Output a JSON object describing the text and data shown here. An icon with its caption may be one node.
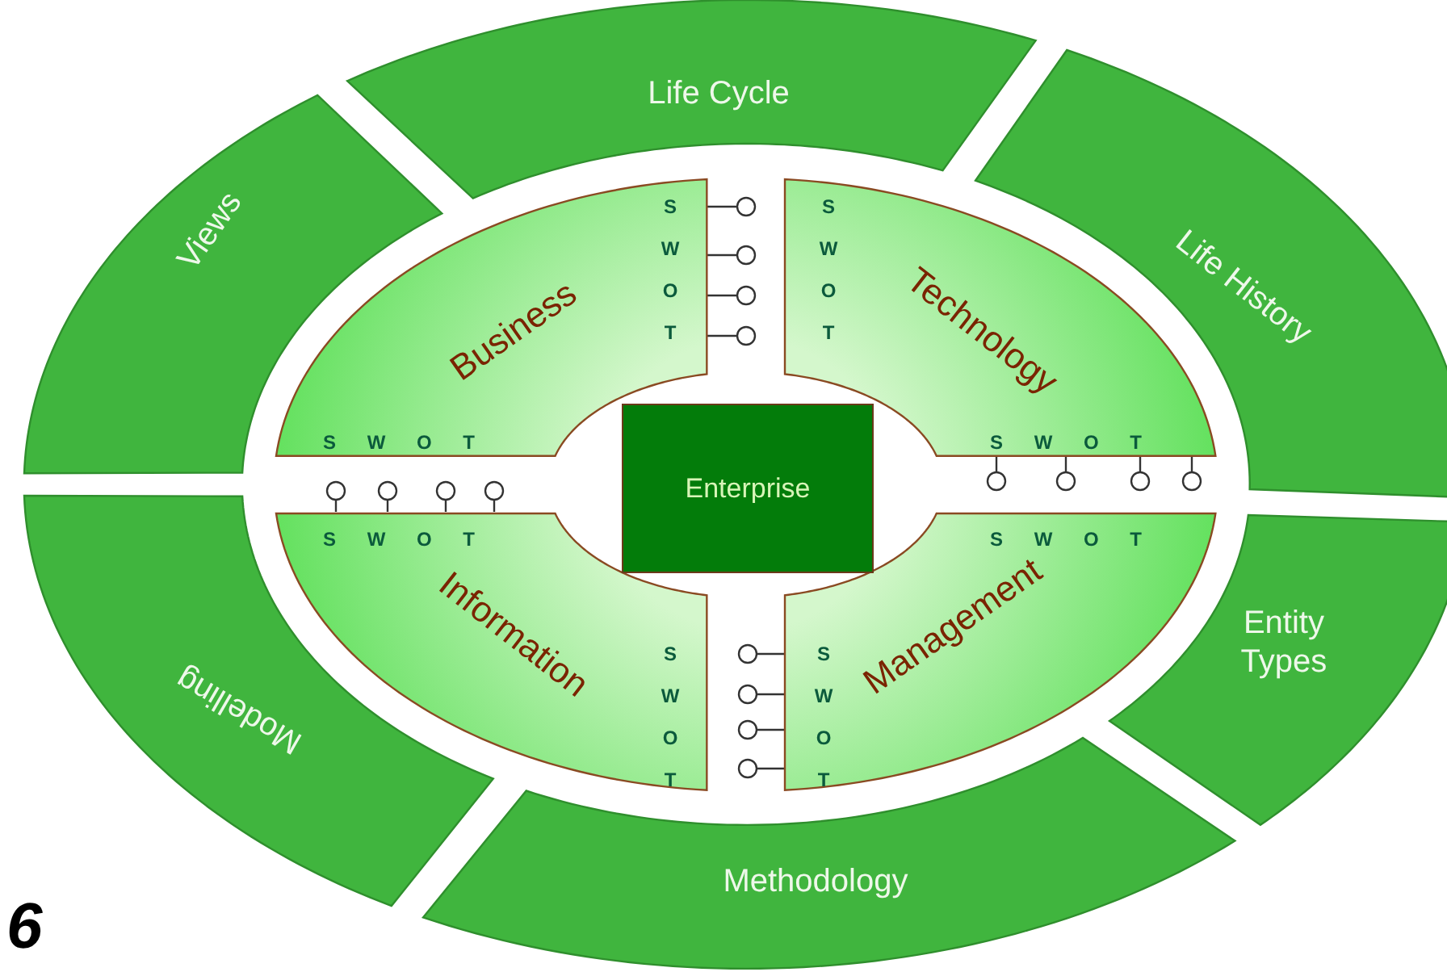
{
  "diagram": {
    "nodes": [
      {
        "text": [
          "Life Cycle"
        ]
      },
      {
        "text": [
          "Life History"
        ]
      },
      {
        "text": [
          "Entity Types"
        ]
      },
      {
        "text": [
          "Methodology"
        ]
      },
      {
        "text": [
          "Modelling"
        ]
      },
      {
        "text": [
          "Views"
        ]
      },
      {
        "text": [
          "Business",
          "S W O T",
          "S W O T"
        ]
      },
      {
        "text": [
          "Technology",
          "S W O T",
          "S W O T"
        ]
      },
      {
        "text": [
          "Management",
          "S W O T",
          "S W O T"
        ]
      },
      {
        "text": [
          "Information",
          "S W O T",
          "S W O T"
        ]
      },
      {
        "text": [
          "Enterprise"
        ]
      }
    ],
    "labels": [
      "6"
    ]
  }
}
